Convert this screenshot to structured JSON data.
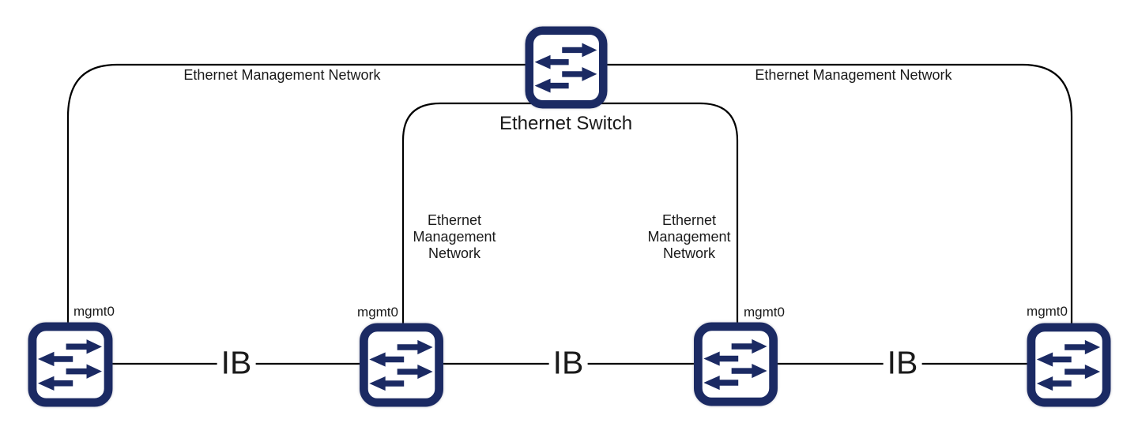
{
  "diagram": {
    "type": "network-topology",
    "colors": {
      "switch_navy": "#1b2a63",
      "wire_black": "#000000",
      "text": "#1a1a1a",
      "background": "#ffffff"
    },
    "top_node": {
      "label": "Ethernet Switch",
      "icon": "ethernet-switch-icon"
    },
    "bottom_nodes": [
      {
        "icon": "ib-switch-icon",
        "port_label": "mgmt0"
      },
      {
        "icon": "ib-switch-icon",
        "port_label": "mgmt0"
      },
      {
        "icon": "ib-switch-icon",
        "port_label": "mgmt0"
      },
      {
        "icon": "ib-switch-icon",
        "port_label": "mgmt0"
      }
    ],
    "links": {
      "top_left_label": "Ethernet Management Network",
      "top_right_label": "Ethernet Management Network",
      "mid_left_label_lines": [
        "Ethernet",
        "Management",
        "Network"
      ],
      "mid_right_label_lines": [
        "Ethernet",
        "Management",
        "Network"
      ],
      "ib_labels": [
        "IB",
        "IB",
        "IB"
      ]
    }
  }
}
